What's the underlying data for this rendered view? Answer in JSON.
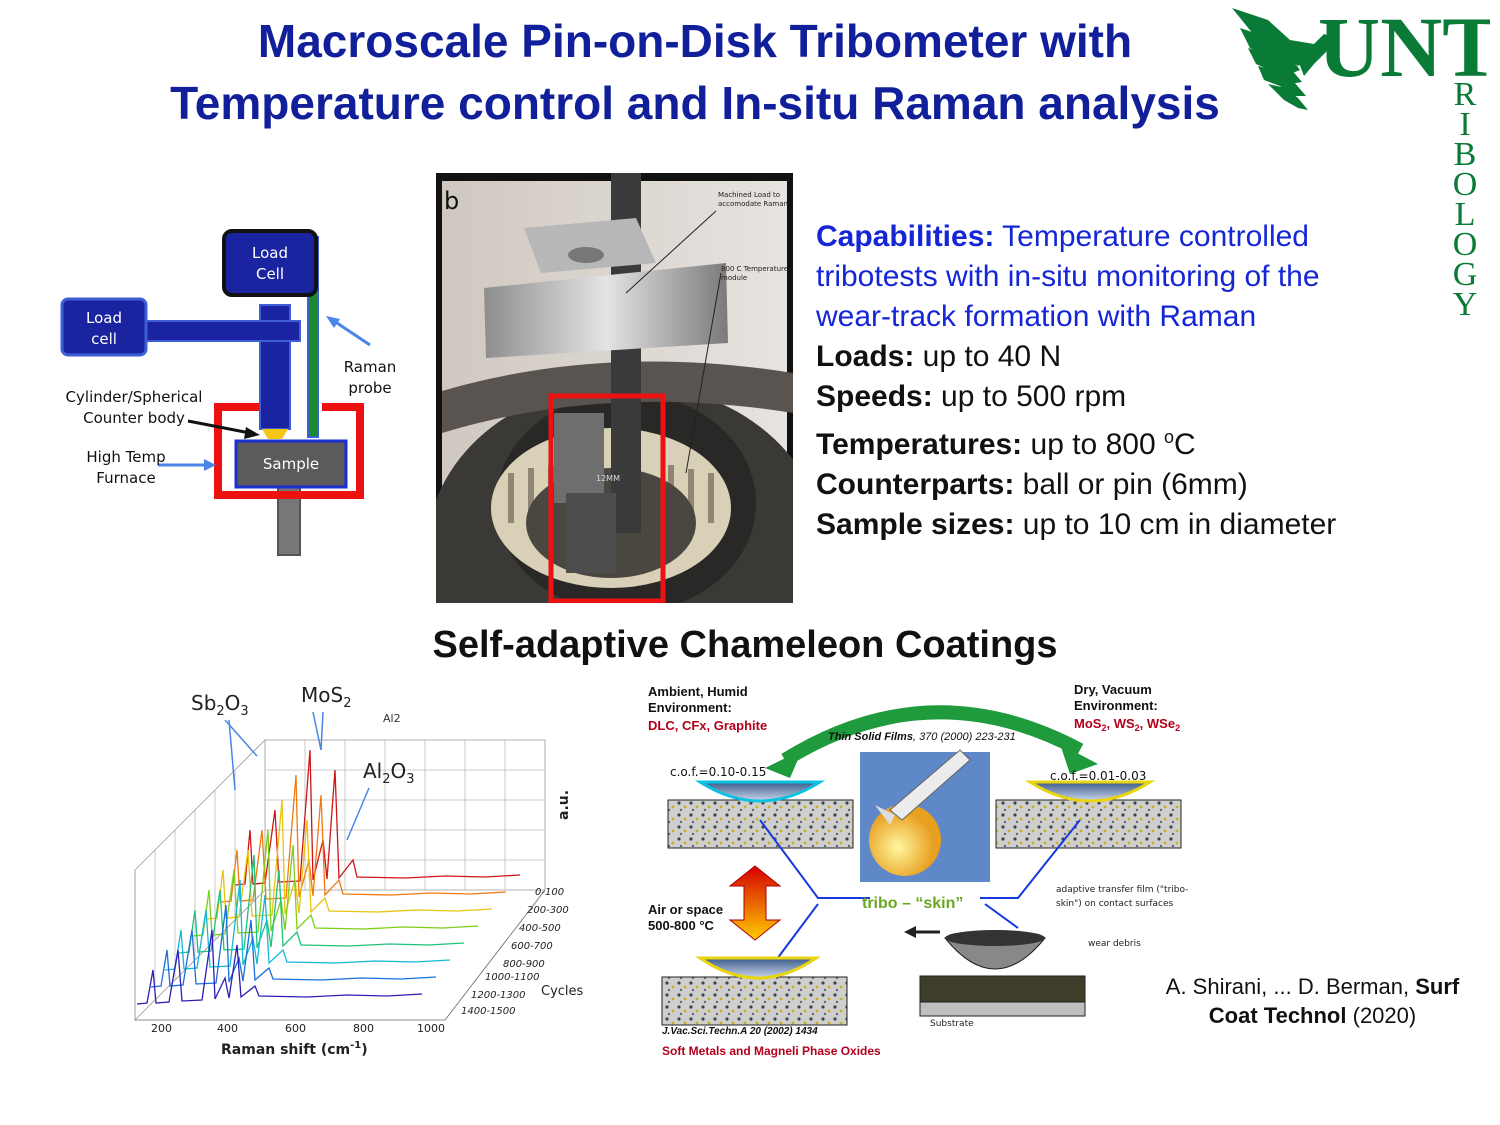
{
  "title": {
    "line1": "Macroscale Pin-on-Disk Tribometer with",
    "line2": "Temperature control and In-situ Raman analysis"
  },
  "logo": {
    "text": "UNT",
    "vertical": [
      "R",
      "I",
      "B",
      "O",
      "L",
      "O",
      "G",
      "Y"
    ],
    "color": "#0a7a37"
  },
  "schematic": {
    "load_cell_top": [
      "Load",
      "Cell"
    ],
    "load_cell_side": [
      "Load",
      "cell"
    ],
    "raman_probe": [
      "Raman",
      "probe"
    ],
    "counter_body": [
      "Cylinder/Spherical",
      "Counter body"
    ],
    "furnace": [
      "High Temp",
      "Furnace"
    ],
    "sample": "Sample"
  },
  "photo": {
    "panel_letter": "b",
    "annotation_load": [
      "Machined Load to",
      "accomodate Raman"
    ],
    "annotation_temp": [
      "800 C Temperature",
      "module"
    ],
    "annotation_size": "12MM"
  },
  "capabilities": {
    "cap_label": "Capabilities:",
    "cap_text_1": " Temperature controlled",
    "cap_text_2": "tribotests with in-situ monitoring of the",
    "cap_text_3": "wear-track formation with Raman",
    "loads_label": "Loads:",
    "loads_value": " up to 40 N",
    "speeds_label": "Speeds:",
    "speeds_value": " up to 500 rpm",
    "temps_label": "Temperatures:",
    "temps_value": " up to 800 ",
    "temps_sup": "o",
    "temps_unit": "C",
    "counter_label": "Counterparts:",
    "counter_value": " ball or pin (6mm)",
    "sample_label": "Sample sizes:",
    "sample_value": " up to 10 cm in diameter"
  },
  "section_title": "Self-adaptive Chameleon Coatings",
  "raman_chart": {
    "label_sb": "Sb",
    "label_sb_sub1": "2",
    "label_sb_o": "O",
    "label_sb_sub2": "3",
    "label_mos": "MoS",
    "label_mos_sub": "2",
    "label_al": "Al",
    "label_al_sub1": "2",
    "label_al_o": "O",
    "label_al_sub2": "3",
    "label_al2": "Al2",
    "y_label": "a.u.",
    "x_label": "Raman shift (cm",
    "x_label_sup": "-1",
    "x_label_end": ")",
    "cycles_label": "Cycles",
    "x_ticks": [
      "200",
      "400",
      "600",
      "800",
      "1000"
    ],
    "cycle_ticks": [
      "0-100",
      "200-300",
      "400-500",
      "600-700",
      "800-900",
      "1000-1100",
      "1200-1300",
      "1400-1500"
    ]
  },
  "chameleon": {
    "ambient": [
      "Ambient, Humid",
      "Environment:"
    ],
    "ambient_materials": "DLC, CFx, Graphite",
    "dry": [
      "Dry, Vacuum",
      "Environment:"
    ],
    "dry_mos": "MoS",
    "dry_ws": ", WS",
    "dry_wse": ", WSe",
    "sub2": "2",
    "journal": "Thin Solid Films",
    "journal_ref": ", 370 (2000) 223-231",
    "cof_left": "c.o.f.=0.10-0.15",
    "cof_right": "c.o.f.=0.01-0.03",
    "air_space": "Air or space",
    "temp_range": "500-800 ",
    "temp_deg": "°C",
    "tribo_skin": "tribo – “skin”",
    "transfer_film": [
      "adaptive transfer film (\"tribo-",
      "skin\") on contact surfaces"
    ],
    "wear_debris": "wear debris",
    "substrate": "Substrate",
    "jvac": "J.Vac.Sci.Techn.A  20 (2002) 1434",
    "soft_metals": "Soft Metals and Magneli Phase Oxides"
  },
  "citation": {
    "text1": "A. Shirani, ... D. Berman, ",
    "bold1": "Surf",
    "bold2": "Coat Technol",
    "text2": " (2020)"
  }
}
